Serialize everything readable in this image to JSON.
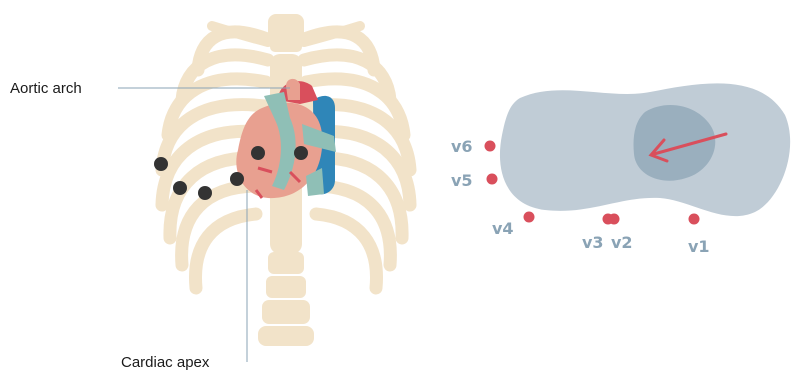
{
  "labels": {
    "aortic_arch": "Aortic arch",
    "cardiac_apex": "Cardiac apex"
  },
  "leads": {
    "v1": "v1",
    "v2": "v2",
    "v3": "v3",
    "v4": "v4",
    "v5": "v5",
    "v6": "v6"
  },
  "colors": {
    "bone": "#f2e3c9",
    "heart": "#e8a090",
    "vessel_red": "#d94f5c",
    "vessel_blue": "#2f86b8",
    "vessel_teal": "#8fbfb6",
    "electrode_dark": "#333333",
    "electrode_red": "#d94f5c",
    "torso": "#c0ccd6",
    "heart_section": "#9aafbe",
    "lead_label": "#8aa3b5",
    "leader_line": "#8aa3b5"
  }
}
